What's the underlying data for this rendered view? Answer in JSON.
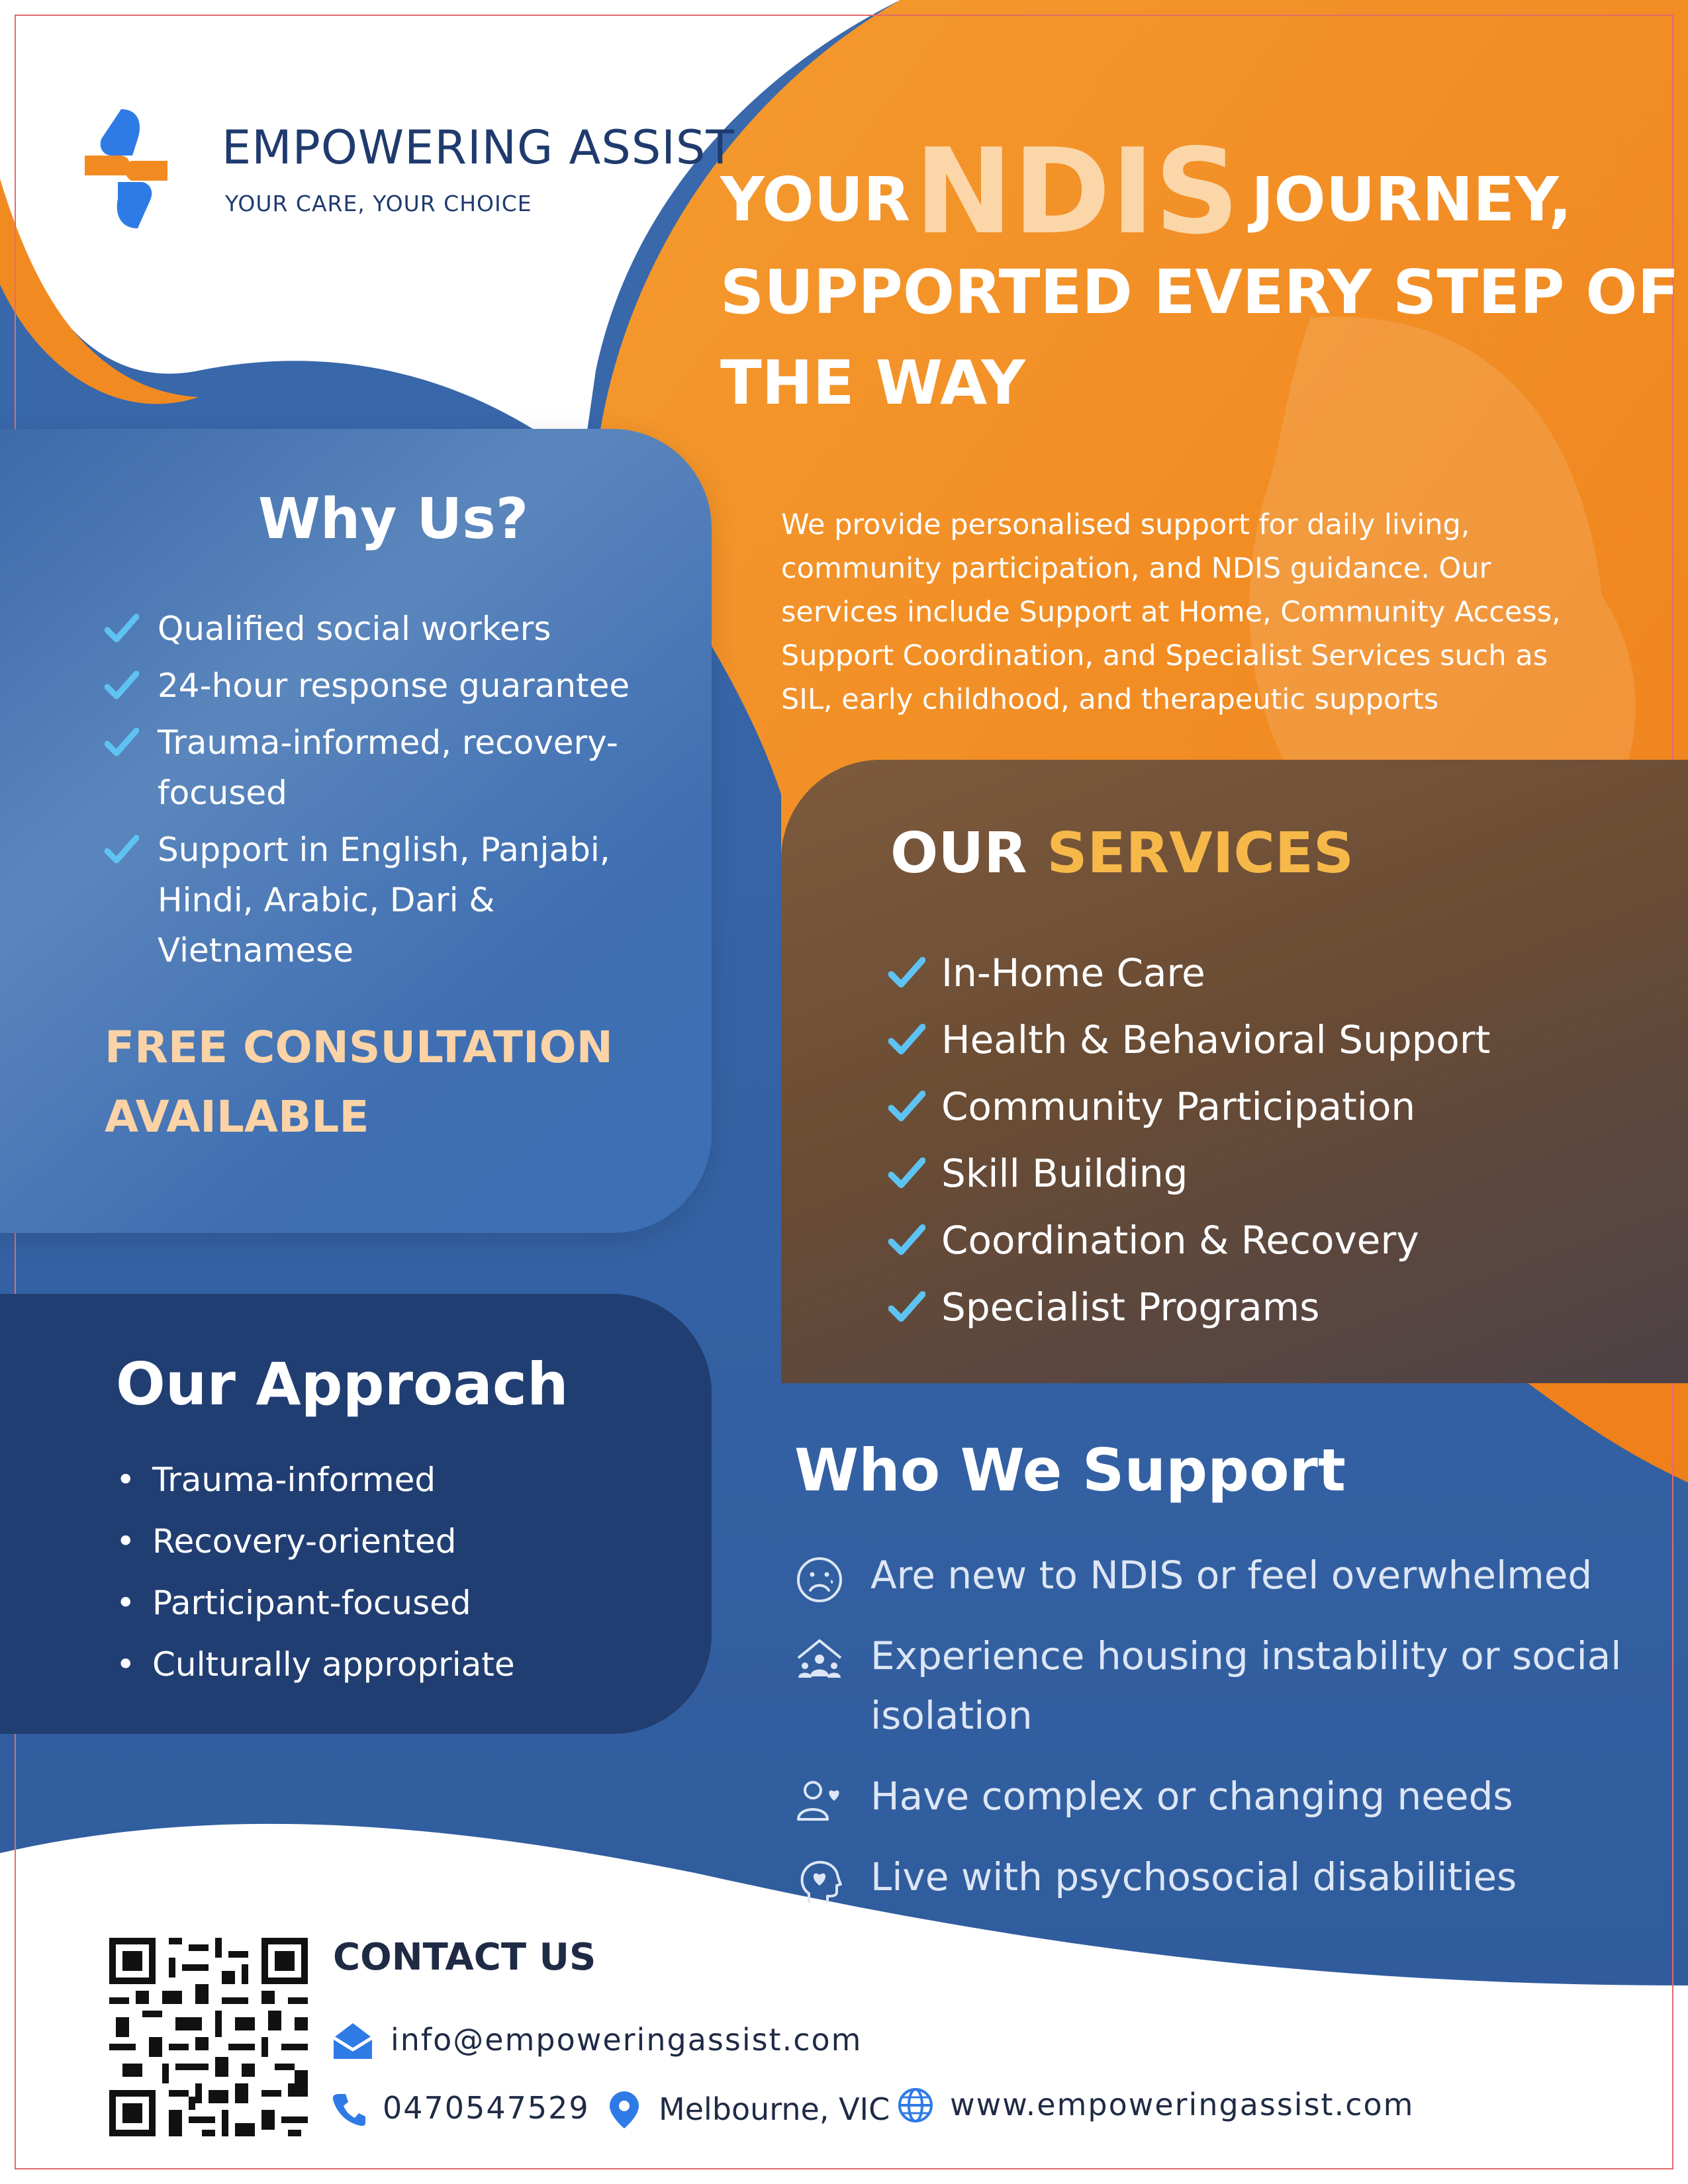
{
  "brand": {
    "name": "EMPOWERING ASSIST",
    "tagline": "YOUR CARE, YOUR CHOICE"
  },
  "headline": {
    "line1_prefix": "YOUR",
    "line1_highlight": "NDIS",
    "line1_suffix": "JOURNEY,",
    "line2": "SUPPORTED EVERY STEP OF",
    "line3": "THE WAY"
  },
  "intro": "We provide personalised support for daily living, community participation, and NDIS guidance. Our services include Support at Home, Community Access, Support Coordination, and Specialist Services such as SIL, early childhood, and therapeutic supports",
  "why_us": {
    "title": "Why Us?",
    "items": [
      "Qualified social workers",
      "24-hour response guarantee",
      "Trauma-informed, recovery-focused",
      "Support in English, Panjabi, Hindi, Arabic, Dari & Vietnamese"
    ],
    "callout_line1": "FREE CONSULTATION",
    "callout_line2": "AVAILABLE"
  },
  "services": {
    "title_prefix": "OUR",
    "title_accent": "SERVICES",
    "items": [
      "In-Home Care",
      "Health & Behavioral Support",
      "Community Participation",
      "Skill Building",
      "Coordination & Recovery",
      "Specialist Programs"
    ]
  },
  "approach": {
    "title": "Our Approach",
    "items": [
      "Trauma-informed",
      "Recovery-oriented",
      "Participant-focused",
      "Culturally appropriate"
    ]
  },
  "who_we_support": {
    "title": "Who We Support",
    "items": [
      {
        "icon": "sad-face-icon",
        "text": "Are new to NDIS or feel overwhelmed"
      },
      {
        "icon": "house-people-icon",
        "text": "Experience housing instability or social isolation"
      },
      {
        "icon": "person-heart-icon",
        "text": "Have complex or changing needs"
      },
      {
        "icon": "head-heart-icon",
        "text": "Live with psychosocial disabilities"
      }
    ]
  },
  "contact": {
    "title": "CONTACT US",
    "email": "info@empoweringassist.com",
    "phone": "0470547529",
    "location": "Melbourne, VIC",
    "website": "www.empoweringassist.com",
    "icons": {
      "email": "envelope-icon",
      "phone": "phone-icon",
      "location": "map-pin-icon",
      "website": "globe-icon",
      "qr": "qr-code-icon"
    }
  },
  "colors": {
    "orange": "#f28a22",
    "blue": "#3565a5",
    "navy": "#213e73",
    "brown": "#6a4c34",
    "peach": "#fbd3a6",
    "accent_yellow": "#f7b84a",
    "check": "#5ec3f2"
  }
}
